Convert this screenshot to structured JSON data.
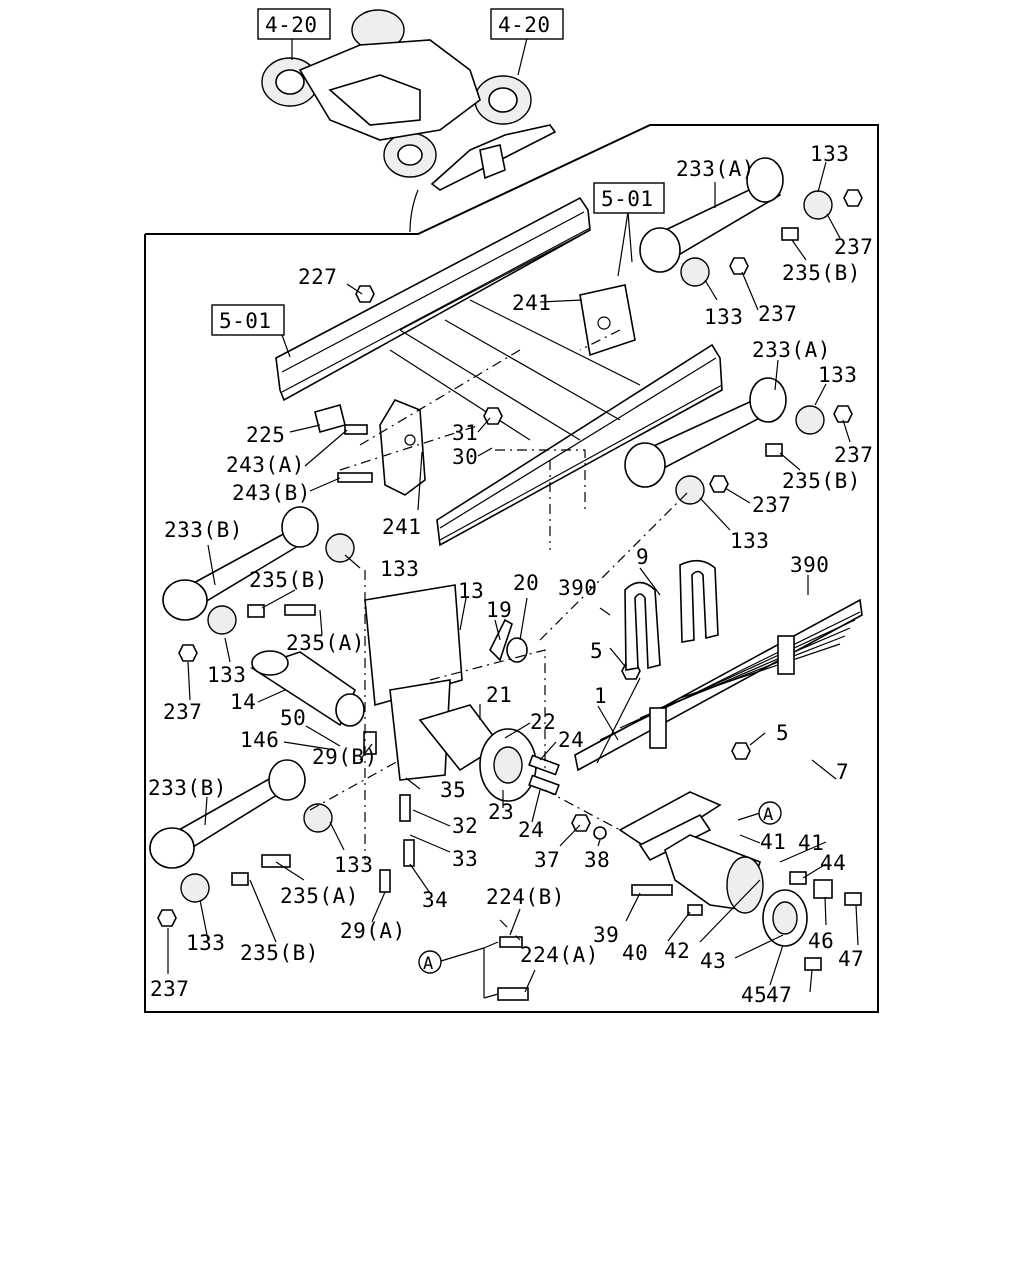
{
  "references": {
    "ref_4_20_left": "4-20",
    "ref_4_20_right": "4-20",
    "ref_5_01_top": "5-01",
    "ref_5_01_left": "5-01"
  },
  "labels": {
    "p233a_1": "233(A)",
    "p133_1": "133",
    "p237_1": "237",
    "p235b_1": "235(B)",
    "p133_2": "133",
    "p237_2": "237",
    "p233a_2": "233(A)",
    "p133_3": "133",
    "p237_3": "237",
    "p235b_2": "235(B)",
    "p237_4": "237",
    "p133_4": "133",
    "p227": "227",
    "p241_top": "241",
    "p225": "225",
    "p243a": "243(A)",
    "p243b": "243(B)",
    "p31": "31",
    "p30": "30",
    "p241_mid": "241",
    "p233b_1": "233(B)",
    "p133_5": "133",
    "p235b_3": "235(B)",
    "p235a_1": "235(A)",
    "p133_6": "133",
    "p237_5": "237",
    "p13": "13",
    "p20": "20",
    "p19": "19",
    "p390_left": "390",
    "p9": "9",
    "p390_right": "390",
    "p14": "14",
    "p5_top": "5",
    "p21": "21",
    "p1": "1",
    "p50": "50",
    "p146": "146",
    "p22": "22",
    "p24_top": "24",
    "p5_mid": "5",
    "p29b": "29(B)",
    "p35": "35",
    "p7": "7",
    "p233b_2": "233(B)",
    "p23": "23",
    "p24_bot": "24",
    "p32": "32",
    "p41_a": "41",
    "p41_b": "41",
    "p133_7": "133",
    "p33": "33",
    "p37": "37",
    "p38": "38",
    "p44": "44",
    "p235a_2": "235(A)",
    "p34": "34",
    "p224b": "224(B)",
    "p39": "39",
    "p40": "40",
    "p42": "42",
    "p46": "46",
    "p47_a": "47",
    "p133_8": "133",
    "p235b_4": "235(B)",
    "p29a": "29(A)",
    "p224a": "224(A)",
    "p43": "43",
    "p45": "45",
    "p47_b": "47",
    "p237_6": "237"
  },
  "connectors": {
    "marker_a_main": "A",
    "marker_a_detail": "A"
  }
}
